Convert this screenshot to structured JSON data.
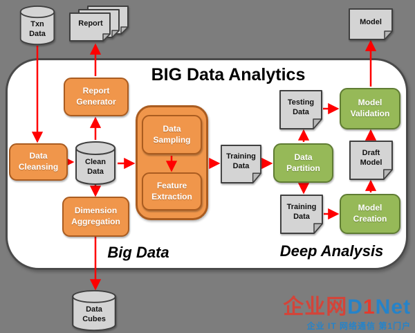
{
  "title": "BIG Data Analytics",
  "section_labels": {
    "left": "Big Data",
    "right": "Deep Analysis"
  },
  "nodes": {
    "txn_data": "Txn\nData",
    "report": "Report",
    "model": "Model",
    "report_generator": "Report\nGenerator",
    "data_cleansing": "Data\nCleansing",
    "clean_data": "Clean\nData",
    "dimension_aggregation": "Dimension\nAggregation",
    "data_sampling": "Data\nSampling",
    "feature_extraction": "Feature\nExtraction",
    "training_data_in": "Training\nData",
    "data_partition": "Data\nPartition",
    "testing_data": "Testing\nData",
    "training_data_model": "Training\nData",
    "model_validation": "Model\nValidation",
    "draft_model": "Draft\nModel",
    "model_creation": "Model\nCreation",
    "data_cubes": "Data\nCubes"
  },
  "watermark": {
    "brand_cn": "企业网",
    "brand_d": "D",
    "brand_one": "1",
    "brand_net": "Net",
    "tagline": "企业 IT 网络通信  第1门户"
  },
  "colors": {
    "background": "#7d7d7d",
    "canvas": "#ffffff",
    "canvas_border": "#4a4a4a",
    "orange_fill": "#f0964b",
    "orange_border": "#aa5c20",
    "green_fill": "#96b958",
    "green_border": "#5f7c33",
    "node_fill": "#d4d4d4",
    "node_border": "#3f3f3f",
    "arrow": "#ff0000",
    "watermark_red": "#e23b2e",
    "watermark_blue": "#2583c9"
  }
}
